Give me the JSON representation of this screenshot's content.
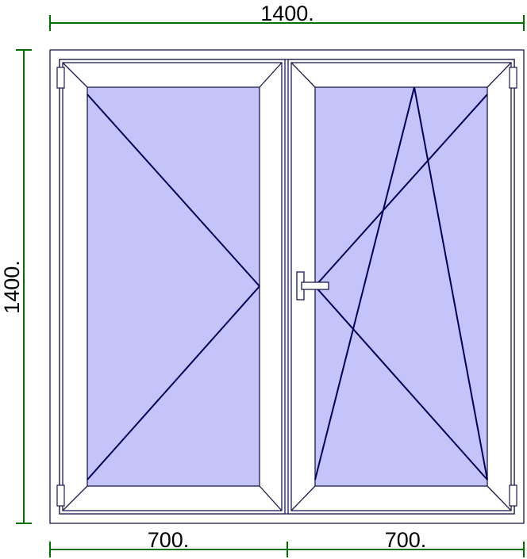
{
  "dimensions": {
    "overall_width": "1400.",
    "overall_height": "1400.",
    "left_sash_width": "700.",
    "right_sash_width": "700."
  },
  "colors": {
    "glass": "#c4c4fb",
    "frame_stroke": "#1a1a4a",
    "opening_lines": "#000055",
    "dimension_lines": "#007000",
    "frame_fill": "#ffffff"
  },
  "sashes": [
    {
      "name": "left-sash",
      "opening": "side-hung, hinged on left"
    },
    {
      "name": "right-sash",
      "opening": "tilt-and-turn, hinged on right",
      "handle": "handle-icon"
    }
  ]
}
